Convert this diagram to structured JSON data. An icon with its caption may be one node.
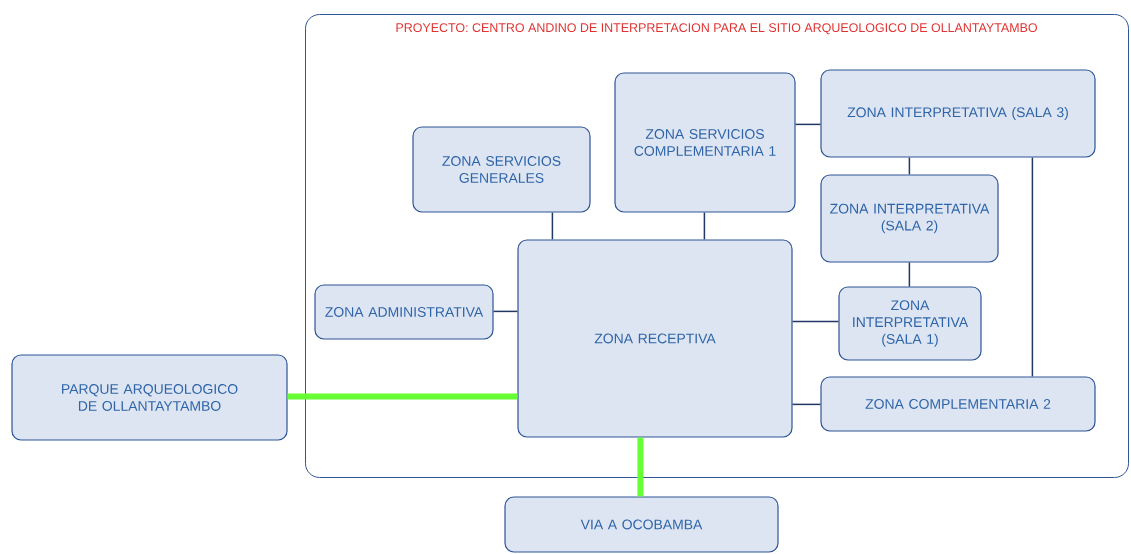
{
  "diagram": {
    "nodes": [
      {
        "text": [
          "PROYECTO: CENTRO ANDINO DE INTERPRETACION PARA EL SITIO ARQUEOLOGICO DE OLLANTAYTAMBO"
        ]
      },
      {
        "text": [
          "ZONA SERVICIOS GENERALES"
        ],
        "in": 0
      },
      {
        "text": [
          "ZONA SERVICIOS COMPLEMENTARIA 1"
        ],
        "in": 0
      },
      {
        "text": [
          "ZONA INTERPRETATIVA (SALA 3)"
        ],
        "in": 0
      },
      {
        "text": [
          "ZONA INTERPRETATIVA (SALA 2)"
        ],
        "in": 0
      },
      {
        "text": [
          "ZONA ADMINISTRATIVA"
        ],
        "in": 0
      },
      {
        "text": [
          "ZONA RECEPTIVA"
        ],
        "in": 0
      },
      {
        "text": [
          "ZONA INTERPRETATIVA (SALA 1)"
        ],
        "in": 0
      },
      {
        "text": [
          "PARQUE ARQUEOLOGICO DE OLLANTAYTAMBO"
        ]
      },
      {
        "text": [
          "ZONA COMPLEMENTARIA 2"
        ],
        "in": 0
      },
      {
        "text": [
          "VIA A OCOBAMBA"
        ]
      }
    ],
    "edges": [
      {
        "from": 1,
        "to": 6,
        "arrow": "none"
      },
      {
        "from": 2,
        "to": 6,
        "arrow": "none"
      },
      {
        "from": 2,
        "to": 3,
        "arrow": "none"
      },
      {
        "from": 3,
        "to": 4,
        "arrow": "none"
      },
      {
        "from": 4,
        "to": 7,
        "arrow": "none"
      },
      {
        "from": 3,
        "to": 9,
        "arrow": "none"
      },
      {
        "from": 5,
        "to": 6,
        "arrow": "none"
      },
      {
        "from": 6,
        "to": 7,
        "arrow": "none"
      },
      {
        "from": 6,
        "to": 9,
        "arrow": "none"
      },
      {
        "from": 8,
        "to": 6,
        "arrow": "none",
        "style": "thick",
        "color": "#66ff33"
      },
      {
        "from": 6,
        "to": 10,
        "arrow": "none",
        "style": "thick",
        "color": "#66ff33"
      }
    ]
  }
}
